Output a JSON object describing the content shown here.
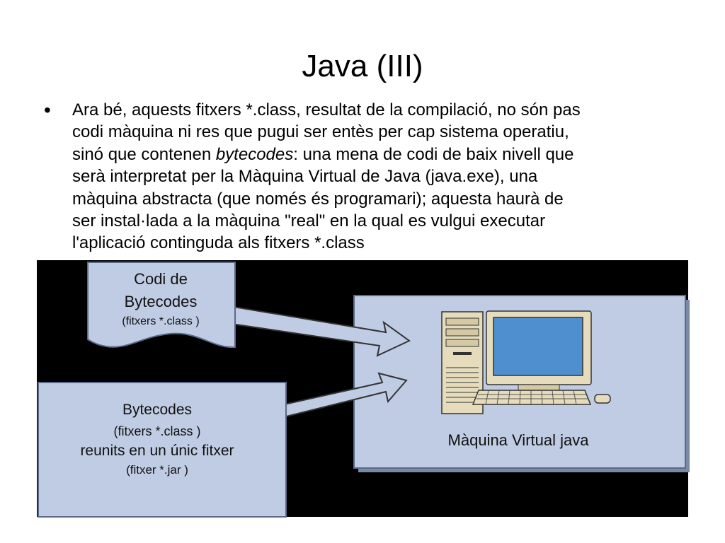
{
  "title": "Java (III)",
  "bullet": {
    "symbol": "•",
    "lines": [
      "Ara bé, aquests fitxers *.class, resultat de la compilació, no són pas",
      "codi màquina ni res que pugui ser entès per cap sistema operatiu,",
      "sinó que contenen ",
      "bytecodes",
      ": una mena de codi de baix nivell que",
      "serà interpretat per la Màquina Virtual de Java (java.exe), una",
      "màquina abstracta (que només és programari); aquesta haurà de",
      "ser instal·lada a la màquina \"real\" en la qual es vulgui executar",
      "l'aplicació continguda als fitxers  *.class"
    ]
  },
  "diagram": {
    "box_top": {
      "line1": "Codi   de",
      "line2": "Bytecodes",
      "line3": "(fitxers  *.class  )"
    },
    "box_bottom": {
      "line1": "Bytecodes",
      "line2": "(fitxers  *.class  )",
      "line3": "reunits en un únic fitxer",
      "line4": "(fitxer  *.jar  )"
    },
    "vm_label": "Màquina Virtual  java",
    "icons": [
      "computer-icon",
      "arrow-right-icon"
    ],
    "colors": {
      "background": "#000000",
      "box_fill": "#bfcce3",
      "screen": "#4f8fcf",
      "cream": "#e6dcbc"
    }
  }
}
